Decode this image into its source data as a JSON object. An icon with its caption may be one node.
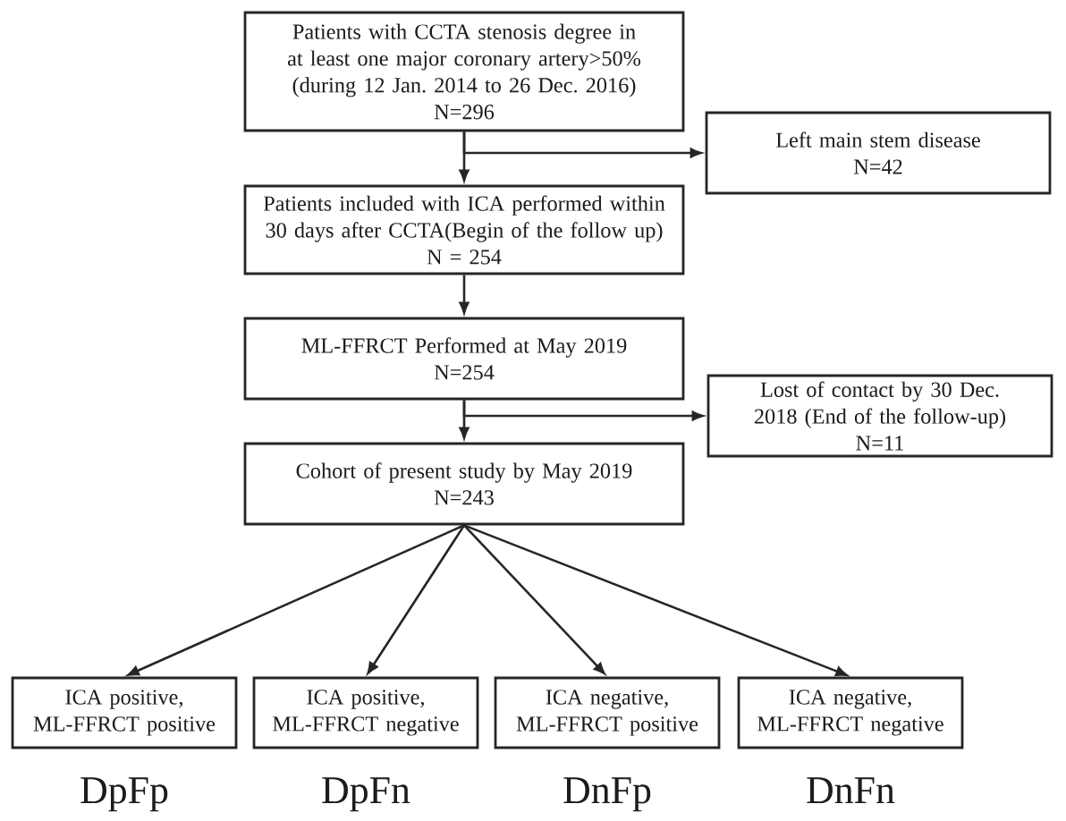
{
  "diagram": {
    "nodes": [
      {
        "text": [
          "Patients with CCTA stenosis degree in at least one major coronary artery>50% (during 12 Jan. 2014 to 26 Dec. 2016)",
          "N=296"
        ]
      },
      {
        "text": [
          "Left main stem disease",
          "N=42"
        ]
      },
      {
        "text": [
          "Patients included with ICA performed within 30 days after CCTA(Begin of the follow up)",
          "N = 254"
        ]
      },
      {
        "text": [
          "ML-FFRCT Performed at May 2019",
          "N=254"
        ]
      },
      {
        "text": [
          "Lost of contact by 30 Dec. 2018 (End of the follow-up)",
          "N=11"
        ]
      },
      {
        "text": [
          "Cohort of present study by May 2019",
          "N=243"
        ]
      },
      {
        "text": [
          "ICA positive, ML-FFRCT positive"
        ],
        "beside": [
          "DpFp"
        ]
      },
      {
        "text": [
          "ICA positive, ML-FFRCT negative"
        ],
        "beside": [
          "DpFn"
        ]
      },
      {
        "text": [
          "ICA negative, ML-FFRCT positive"
        ],
        "beside": [
          "DnFp"
        ]
      },
      {
        "text": [
          "ICA negative, ML-FFRCT negative"
        ],
        "beside": [
          "DnFn"
        ]
      }
    ],
    "edges": [
      {
        "from": 0,
        "to": 2,
        "arrow": "to"
      },
      {
        "from": 0,
        "to": 1,
        "arrow": "to"
      },
      {
        "from": 2,
        "to": 3,
        "arrow": "to"
      },
      {
        "from": 3,
        "to": 5,
        "arrow": "to"
      },
      {
        "from": 3,
        "to": 4,
        "arrow": "to"
      },
      {
        "from": 5,
        "to": 6,
        "arrow": "to"
      },
      {
        "from": 5,
        "to": 7,
        "arrow": "to"
      },
      {
        "from": 5,
        "to": 8,
        "arrow": "to"
      },
      {
        "from": 5,
        "to": 9,
        "arrow": "to"
      }
    ]
  }
}
